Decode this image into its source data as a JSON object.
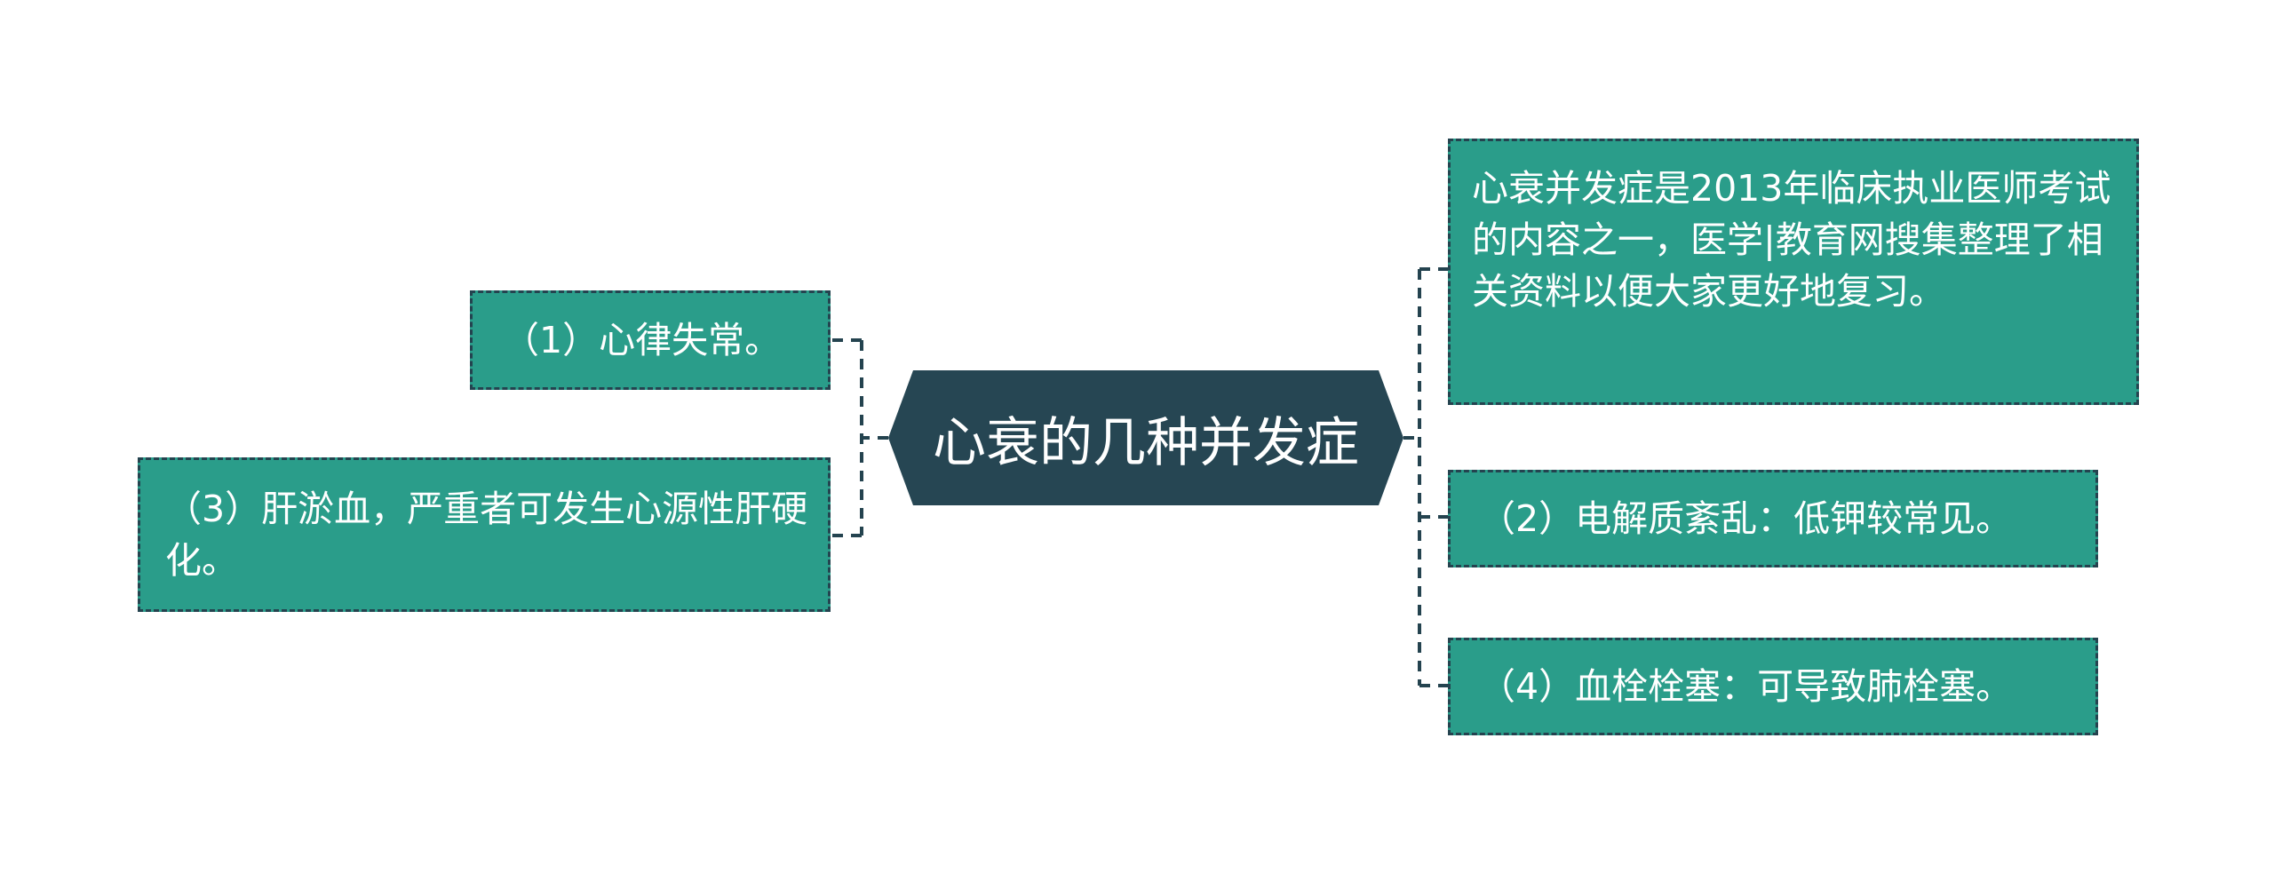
{
  "topic": "心衰的几种并发症",
  "branches": {
    "right": [
      "心衰并发症是2013年临床执业医师考试的内容之一，医学|教育网搜集整理了相关资料以便大家更好地复习。",
      "（2）电解质紊乱：低钾较常见。",
      "（4）血栓栓塞：可导致肺栓塞。"
    ],
    "left": [
      "（1）心律失常。",
      "（3）肝淤血，严重者可发生心源性肝硬化。"
    ]
  },
  "colors": {
    "center_fill": "#264653",
    "node_fill": "#2a9d8a",
    "border_and_lines": "#24434f",
    "text": "#ffffff"
  }
}
